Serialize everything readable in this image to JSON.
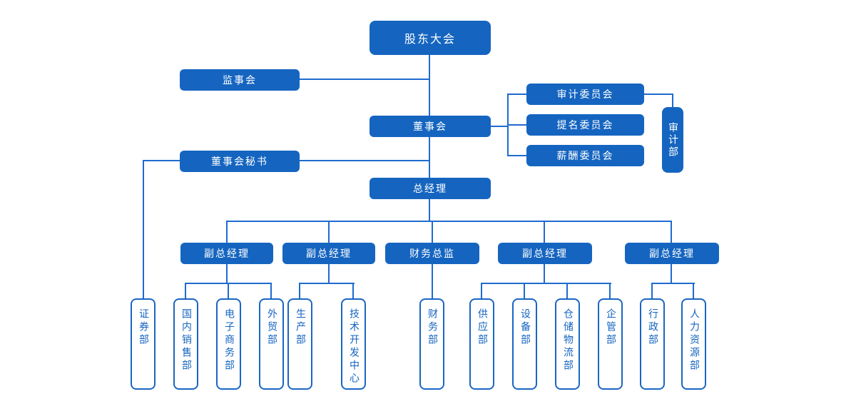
{
  "org": {
    "shareholders": {
      "label": "股东大会"
    },
    "supervisory": {
      "label": "监事会"
    },
    "board": {
      "label": "董事会"
    },
    "committees": [
      {
        "label": "审计委员会"
      },
      {
        "label": "提名委员会"
      },
      {
        "label": "薪酬委员会"
      }
    ],
    "audit_dept": {
      "label": "审计部"
    },
    "secretary": {
      "label": "董事会秘书"
    },
    "gm": {
      "label": "总经理"
    },
    "managers": [
      {
        "label": "副总经理"
      },
      {
        "label": "副总经理"
      },
      {
        "label": "财务总监"
      },
      {
        "label": "副总经理"
      },
      {
        "label": "副总经理"
      }
    ],
    "departments": [
      {
        "label": "证券部"
      },
      {
        "label": "国内销售部"
      },
      {
        "label": "电子商务部"
      },
      {
        "label": "外贸部"
      },
      {
        "label": "生产部"
      },
      {
        "label": "技术开发中心"
      },
      {
        "label": "财务部"
      },
      {
        "label": "供应部"
      },
      {
        "label": "设备部"
      },
      {
        "label": "仓储物流部"
      },
      {
        "label": "企管部"
      },
      {
        "label": "行政部"
      },
      {
        "label": "人力资源部"
      }
    ]
  },
  "colors": {
    "node_fill": "#1565C0",
    "node_text": "#FFFFFF",
    "line": "#1F6BCE",
    "outline_border": "#1A66C4",
    "outline_text": "#1565C0",
    "background": "#FFFFFF"
  }
}
